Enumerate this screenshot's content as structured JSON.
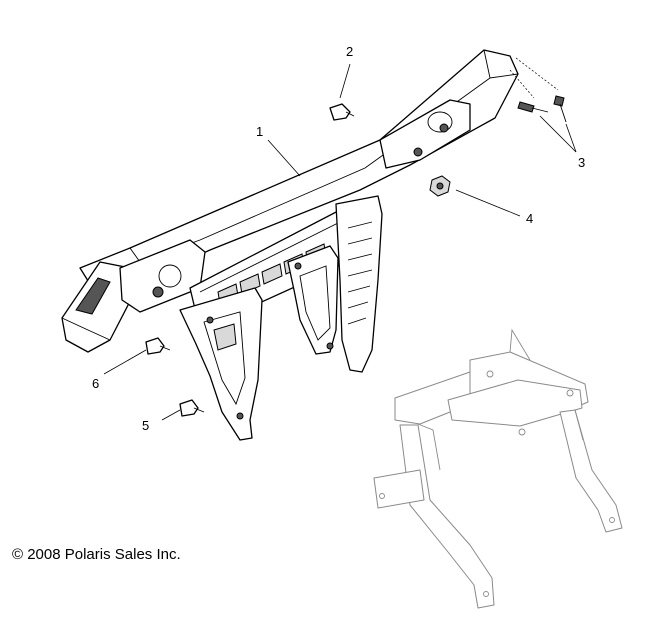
{
  "diagram": {
    "callouts": [
      "1",
      "2",
      "3",
      "4",
      "5",
      "6"
    ],
    "copyright": "© 2008 Polaris Sales Inc."
  }
}
